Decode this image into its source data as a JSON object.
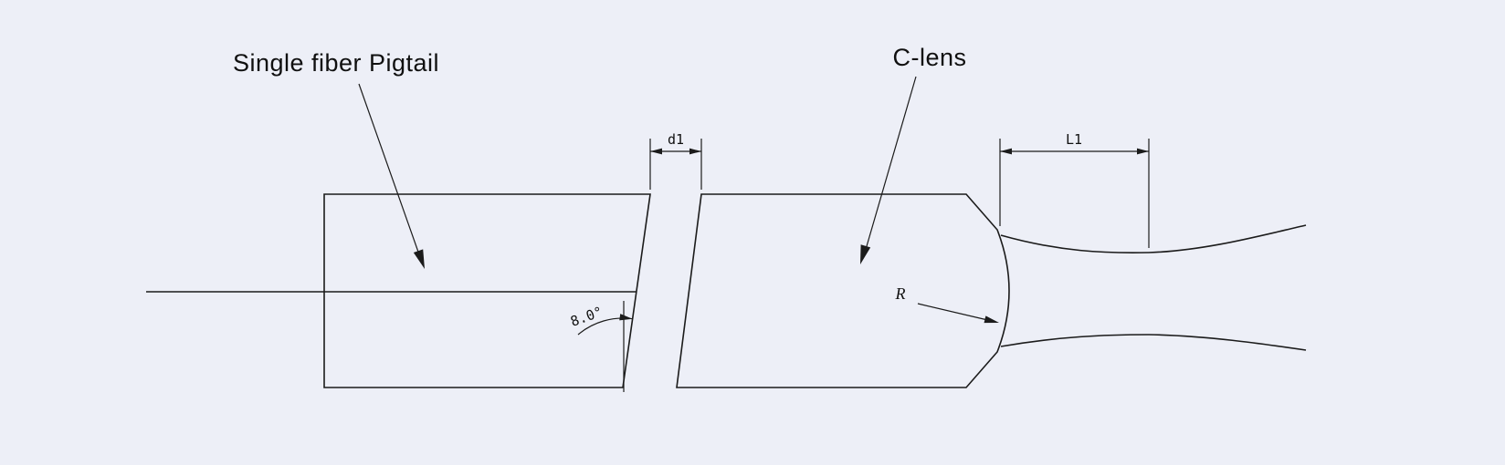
{
  "canvas": {
    "background": "#edeff7",
    "line_color": "#1b1b1b"
  },
  "labels": {
    "pigtail": "Single fiber Pigtail",
    "clens": "C-lens",
    "d1": "d1",
    "l1": "L1",
    "r": "R",
    "angle": "8.0°"
  }
}
